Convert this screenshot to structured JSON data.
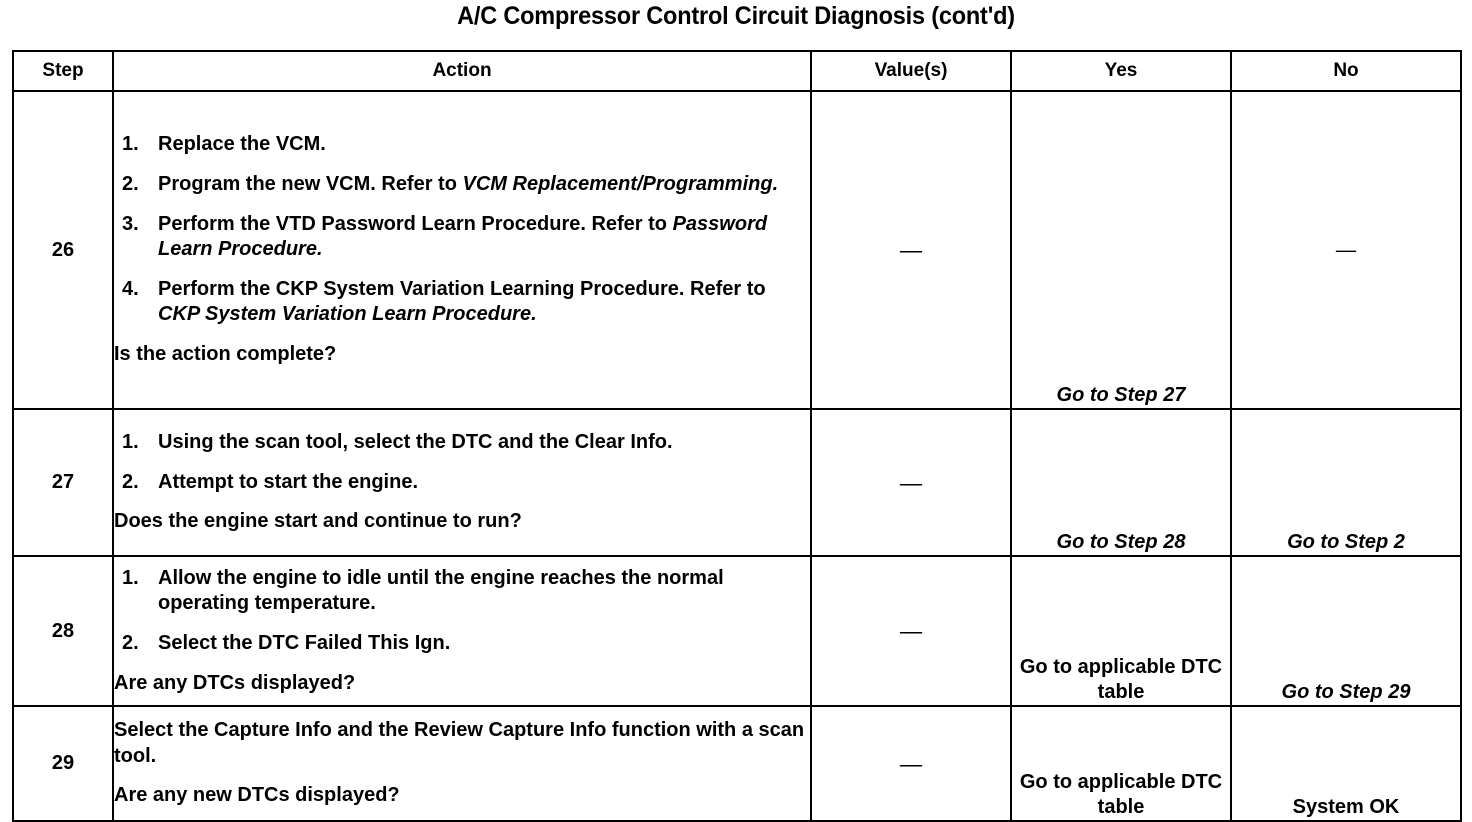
{
  "document": {
    "title": "A/C Compressor Control Circuit Diagnosis (cont'd)"
  },
  "table": {
    "headers": {
      "step": "Step",
      "action": "Action",
      "value": "Value(s)",
      "yes": "Yes",
      "no": "No"
    },
    "rows": [
      {
        "step": "26",
        "actions": [
          {
            "num": "1.",
            "text_parts": [
              {
                "text": "Replace the VCM.",
                "italic": false
              }
            ]
          },
          {
            "num": "2.",
            "text_parts": [
              {
                "text": "Program the new VCM. Refer to ",
                "italic": false
              },
              {
                "text": "VCM Replacement/Programming.",
                "italic": true
              }
            ]
          },
          {
            "num": "3.",
            "text_parts": [
              {
                "text": "Perform the VTD Password Learn Procedure. Refer to ",
                "italic": false
              },
              {
                "text": "Password Learn Procedure.",
                "italic": true
              }
            ]
          },
          {
            "num": "4.",
            "text_parts": [
              {
                "text": "Perform the CKP System Variation Learning Procedure. Refer to ",
                "italic": false
              },
              {
                "text": "CKP System Variation Learn Procedure.",
                "italic": true
              }
            ]
          }
        ],
        "question": "Is the action complete?",
        "value": "—",
        "yes": "Go to Step 27",
        "yes_italic": true,
        "no": "—",
        "no_italic": false
      },
      {
        "step": "27",
        "actions": [
          {
            "num": "1.",
            "text_parts": [
              {
                "text": "Using the scan tool, select the DTC and the Clear Info.",
                "italic": false
              }
            ]
          },
          {
            "num": "2.",
            "text_parts": [
              {
                "text": "Attempt to start the engine.",
                "italic": false
              }
            ]
          }
        ],
        "question": "Does the engine start and continue to run?",
        "value": "—",
        "yes": "Go to Step 28",
        "yes_italic": true,
        "no": "Go to Step 2",
        "no_italic": true
      },
      {
        "step": "28",
        "actions": [
          {
            "num": "1.",
            "text_parts": [
              {
                "text": "Allow the engine to idle until the engine reaches the normal operating temperature.",
                "italic": false
              }
            ]
          },
          {
            "num": "2.",
            "text_parts": [
              {
                "text": "Select the DTC Failed This Ign.",
                "italic": false
              }
            ]
          }
        ],
        "question": "Are any DTCs displayed?",
        "value": "—",
        "yes": "Go to applicable DTC table",
        "yes_italic": false,
        "no": "Go to Step 29",
        "no_italic": true
      },
      {
        "step": "29",
        "lead": "Select the Capture Info and the Review Capture Info function with a scan tool.",
        "actions": [],
        "question": "Are any new DTCs displayed?",
        "value": "—",
        "yes": "Go to applicable DTC table",
        "yes_italic": false,
        "no": "System OK",
        "no_italic": false
      }
    ]
  }
}
